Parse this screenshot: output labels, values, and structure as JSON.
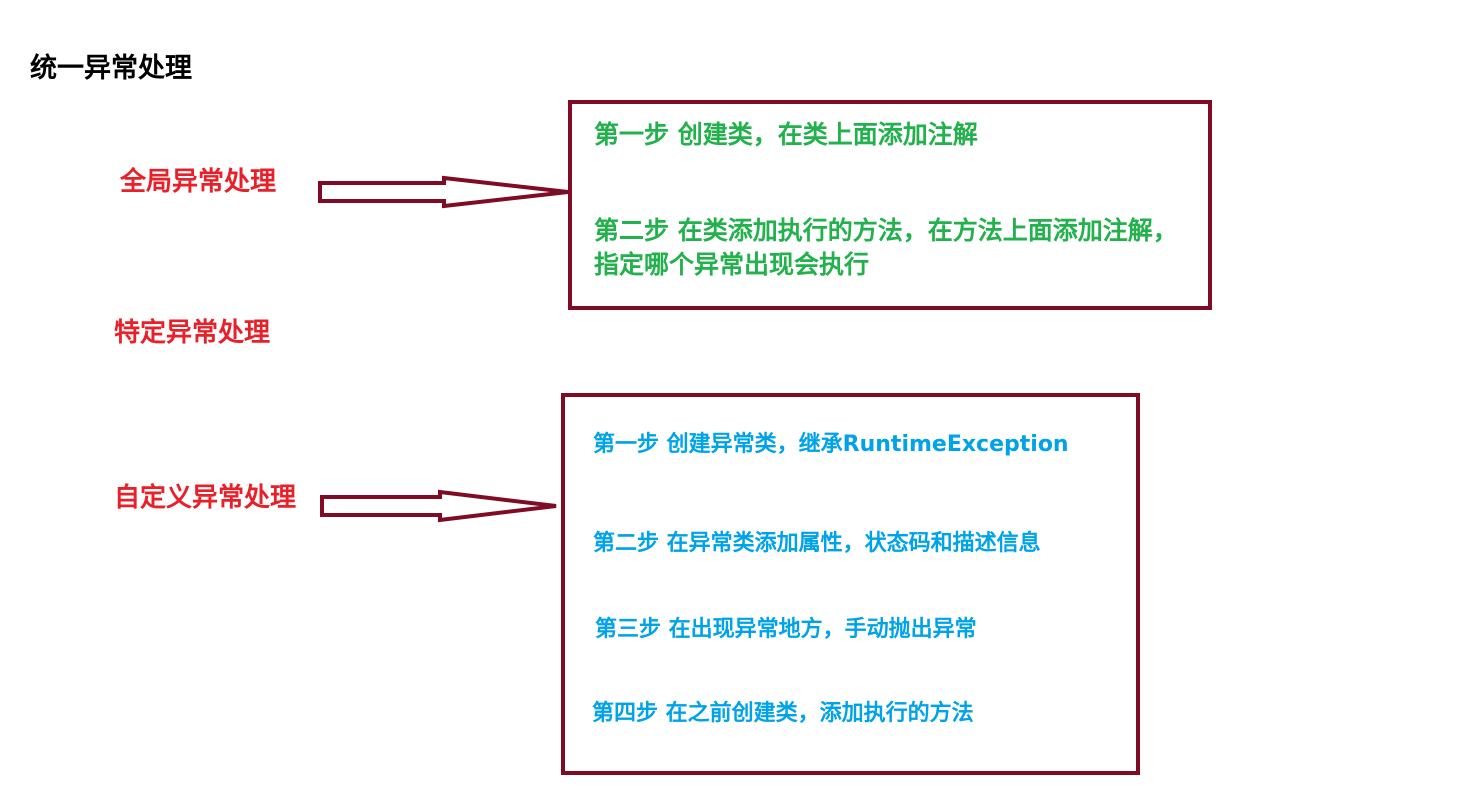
{
  "title": "统一异常处理",
  "categories": {
    "global": "全局异常处理",
    "specific": "特定异常处理",
    "custom": "自定义异常处理"
  },
  "global_steps": [
    "第一步 创建类，在类上面添加注解",
    "第二步 在类添加执行的方法，在方法上面添加注解，指定哪个异常出现会执行"
  ],
  "custom_steps": [
    "第一步 创建异常类，继承RuntimeException",
    "第二步 在异常类添加属性，状态码和描述信息",
    "第三步 在出现异常地方，手动抛出异常",
    "第四步 在之前创建类，添加执行的方法"
  ],
  "colors": {
    "title": "#000000",
    "category": "#e8202a",
    "global_step": "#22b14c",
    "custom_step": "#00a2e8",
    "border": "#7f0b24"
  },
  "icons": {
    "connector": "arrow-right-icon"
  }
}
